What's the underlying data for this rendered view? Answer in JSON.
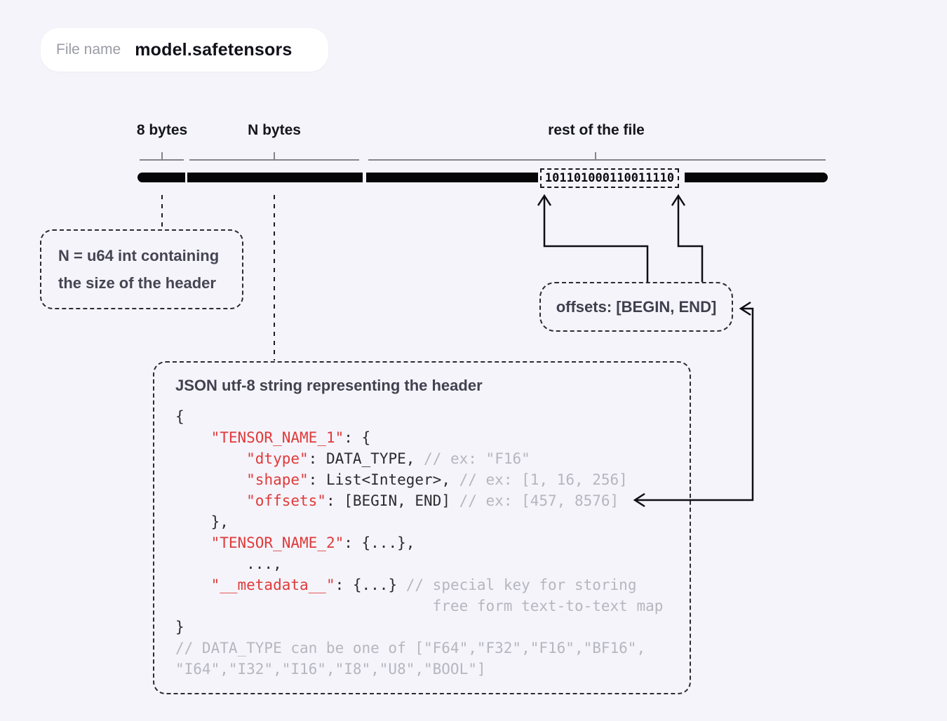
{
  "file_pill": {
    "label": "File name",
    "value": "model.safetensors"
  },
  "byte_bar": {
    "segment_labels": [
      "8 bytes",
      "N bytes",
      "rest of the file"
    ],
    "binary_value": "101101000110011110"
  },
  "callouts": {
    "n_box": {
      "line1": "N = u64 int containing",
      "line2": "the size of the header"
    },
    "offsets_box": {
      "label": "offsets: [BEGIN, END]"
    },
    "json_box": {
      "title": "JSON utf-8 string representing the header",
      "code_lines": [
        [
          {
            "c": "dark",
            "t": "{"
          }
        ],
        [
          {
            "c": "dark",
            "t": "    "
          },
          {
            "c": "red",
            "t": "\"TENSOR_NAME_1\""
          },
          {
            "c": "dark",
            "t": ": {"
          }
        ],
        [
          {
            "c": "dark",
            "t": "        "
          },
          {
            "c": "red",
            "t": "\"dtype\""
          },
          {
            "c": "dark",
            "t": ": DATA_TYPE, "
          },
          {
            "c": "gray",
            "t": "// ex: \"F16\""
          }
        ],
        [
          {
            "c": "dark",
            "t": "        "
          },
          {
            "c": "red",
            "t": "\"shape\""
          },
          {
            "c": "dark",
            "t": ": List<Integer>, "
          },
          {
            "c": "gray",
            "t": "// ex: [1, 16, 256]"
          }
        ],
        [
          {
            "c": "dark",
            "t": "        "
          },
          {
            "c": "red",
            "t": "\"offsets\""
          },
          {
            "c": "dark",
            "t": ": [BEGIN, END] "
          },
          {
            "c": "gray",
            "t": "// ex: [457, 8576]"
          }
        ],
        [
          {
            "c": "dark",
            "t": "    },"
          }
        ],
        [
          {
            "c": "dark",
            "t": "    "
          },
          {
            "c": "red",
            "t": "\"TENSOR_NAME_2\""
          },
          {
            "c": "dark",
            "t": ": {...},"
          }
        ],
        [
          {
            "c": "dark",
            "t": "        ...,"
          }
        ],
        [
          {
            "c": "dark",
            "t": "    "
          },
          {
            "c": "red",
            "t": "\"__metadata__\""
          },
          {
            "c": "dark",
            "t": ": {...} "
          },
          {
            "c": "gray",
            "t": "// special key for storing"
          }
        ],
        [
          {
            "c": "gray",
            "t": "                             free form text-to-text map"
          }
        ],
        [
          {
            "c": "dark",
            "t": "}"
          }
        ],
        [
          {
            "c": "gray",
            "t": "// DATA_TYPE can be one of [\"F64\",\"F32\",\"F16\",\"BF16\","
          }
        ],
        [
          {
            "c": "gray",
            "t": "\"I64\",\"I32\",\"I16\",\"I8\",\"U8\",\"BOOL\"]"
          }
        ]
      ]
    }
  },
  "colors": {
    "background": "#f5f4fb",
    "pill_background": "#ffffff",
    "bar_black": "#060608",
    "bracket_gray": "#84848c",
    "label_dark": "#15151c",
    "callout_text": "#454553",
    "code_dark": "#2b2b31",
    "code_red": "#e03a3a",
    "code_gray": "#b6b6c0"
  }
}
